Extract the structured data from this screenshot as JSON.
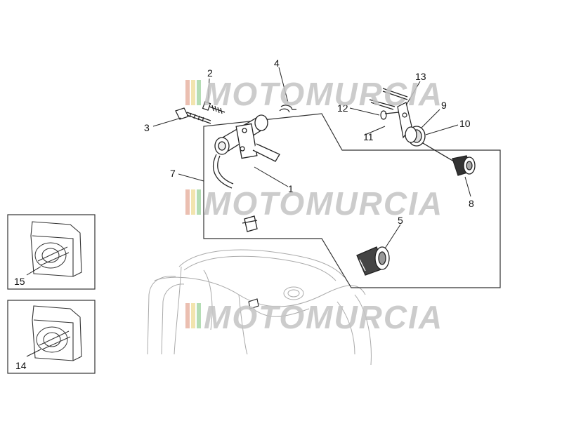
{
  "diagram": {
    "callouts": {
      "n1": "1",
      "n2": "2",
      "n3": "3",
      "n4": "4",
      "n5": "5",
      "n7": "7",
      "n8": "8",
      "n9": "9",
      "n10": "10",
      "n11": "11",
      "n12": "12",
      "n13": "13",
      "n14": "14",
      "n15": "15"
    }
  },
  "watermark": {
    "text": "MOTOMURCIA",
    "text_color": "#c4c4c4",
    "stripe_colors": [
      "#e8b4a4",
      "#f0e0a0",
      "#a8d8a8"
    ]
  },
  "colors": {
    "line": "#222222",
    "light_line": "#888888",
    "background": "#ffffff"
  }
}
